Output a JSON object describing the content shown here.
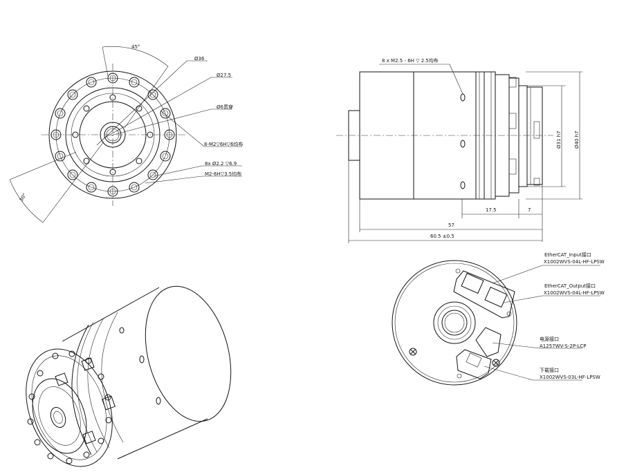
{
  "front_view": {
    "angle_45": "45°",
    "angle_30": "30°",
    "dia_36": "Ø36",
    "dia_27_5": "Ø27.5",
    "dia_6_through": "Ø6贯穿",
    "holes_8_m2": "8-M2▽6H▽6均布",
    "holes_8x_22": "8x Ø2.2 ▽6.9",
    "holes_m2_6h": "M2-6H▽3.5均布"
  },
  "side_view": {
    "holes_8x_m25": "8 x  M2.5 - 6H ▽ 2.5均布",
    "dia_31_h7": "Ø31 h7",
    "dia_40_h7": "Ø40 h7",
    "dim_17_5": "17.5",
    "dim_7": "7",
    "dim_57": "57",
    "dim_60_5": "60.5 ±0.5"
  },
  "rear_view": {
    "ethercat_input_label": "EtherCAT_Input接口",
    "ethercat_input_part": "X1002WVS-04L-HF-LPSW",
    "ethercat_output_label": "EtherCAT_Output接口",
    "ethercat_output_part": "X1002WVS-04L-HF-LPSW",
    "power_label": "电源接口",
    "power_part": "A1257WV-S-2P-LCP",
    "download_label": "下载接口",
    "download_part": "X1002WVS-03L-HF-LPSW"
  }
}
